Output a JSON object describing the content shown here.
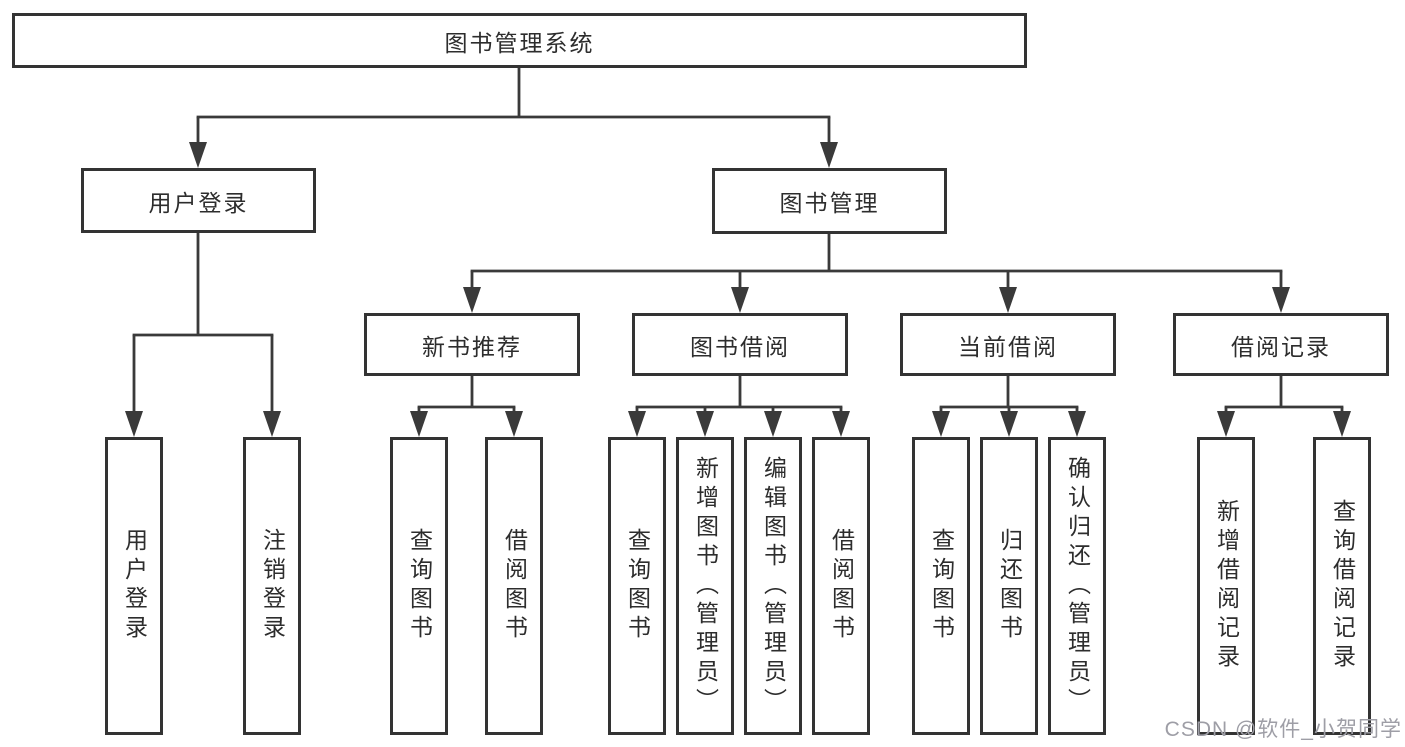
{
  "colors": {
    "line": "#3a3a3a",
    "box_border": "#333333",
    "text": "#2d2d2d",
    "watermark": "#9e9ea6",
    "background": "#ffffff"
  },
  "nodes": {
    "root": {
      "label": "图书管理系统"
    },
    "level2": [
      {
        "label": "用户登录"
      },
      {
        "label": "图书管理"
      }
    ],
    "level3": [
      {
        "label": "新书推荐"
      },
      {
        "label": "图书借阅"
      },
      {
        "label": "当前借阅"
      },
      {
        "label": "借阅记录"
      }
    ],
    "leaves": {
      "user_login": [
        {
          "label": "用户登录"
        },
        {
          "label": "注销登录"
        }
      ],
      "new_book_recommend": [
        {
          "label": "查询图书"
        },
        {
          "label": "借阅图书"
        }
      ],
      "book_borrow": [
        {
          "label": "查询图书"
        },
        {
          "label": "新增图书（管理员）"
        },
        {
          "label": "编辑图书（管理员）"
        },
        {
          "label": "借阅图书"
        }
      ],
      "current_borrow": [
        {
          "label": "查询图书"
        },
        {
          "label": "归还图书"
        },
        {
          "label": "确认归还（管理员）"
        }
      ],
      "borrow_records": [
        {
          "label": "新增借阅记录"
        },
        {
          "label": "查询借阅记录"
        }
      ]
    }
  },
  "watermark": {
    "text": "CSDN @软件_小贺同学"
  }
}
